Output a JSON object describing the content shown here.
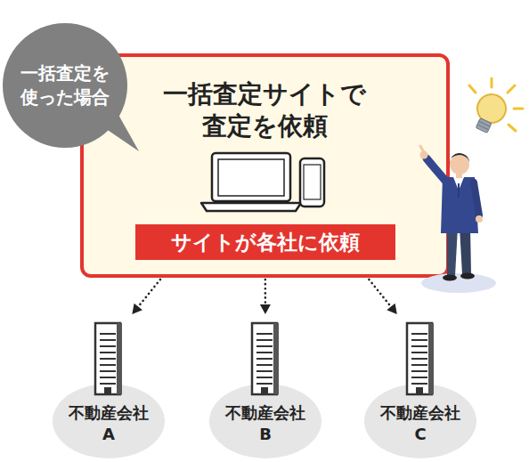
{
  "diagram": {
    "nodes": [
      {
        "text": [
          "一括査定を 使った場合"
        ]
      },
      {
        "text": [
          "一括査定サイトで 査定を依頼"
        ]
      },
      {
        "text": [
          "サイトが各社に依頼"
        ],
        "in": 1
      },
      {
        "text": [
          "不動産会社 A"
        ]
      },
      {
        "text": [
          "不動産会社 B"
        ]
      },
      {
        "text": [
          "不動産会社 C"
        ]
      }
    ],
    "edges": [
      {
        "from": 1,
        "to": 3,
        "arrow": "to"
      },
      {
        "from": 1,
        "to": 4,
        "arrow": "to"
      },
      {
        "from": 1,
        "to": 5,
        "arrow": "to"
      }
    ]
  }
}
